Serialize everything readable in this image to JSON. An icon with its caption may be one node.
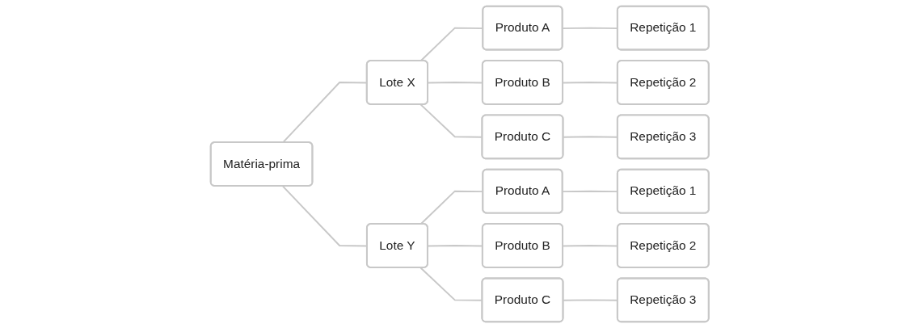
{
  "diagram": {
    "nodes": [
      {
        "text": [
          "Matéria-prima"
        ]
      },
      {
        "text": [
          "Lote X"
        ]
      },
      {
        "text": [
          "Produto A"
        ]
      },
      {
        "text": [
          "Repetição 1"
        ]
      },
      {
        "text": [
          "Produto B"
        ]
      },
      {
        "text": [
          "Repetição 2"
        ]
      },
      {
        "text": [
          "Produto C"
        ]
      },
      {
        "text": [
          "Repetição 3"
        ]
      },
      {
        "text": [
          "Lote Y"
        ]
      },
      {
        "text": [
          "Produto A"
        ]
      },
      {
        "text": [
          "Repetição 1"
        ]
      },
      {
        "text": [
          "Produto B"
        ]
      },
      {
        "text": [
          "Repetição 2"
        ]
      },
      {
        "text": [
          "Produto C"
        ]
      },
      {
        "text": [
          "Repetição 3"
        ]
      }
    ],
    "edges": [
      {
        "from": 0,
        "to": 1,
        "arrow": "none"
      },
      {
        "from": 0,
        "to": 8,
        "arrow": "none"
      },
      {
        "from": 1,
        "to": 2,
        "arrow": "none"
      },
      {
        "from": 1,
        "to": 4,
        "arrow": "none"
      },
      {
        "from": 1,
        "to": 6,
        "arrow": "none"
      },
      {
        "from": 2,
        "to": 3,
        "arrow": "none"
      },
      {
        "from": 4,
        "to": 5,
        "arrow": "none"
      },
      {
        "from": 6,
        "to": 7,
        "arrow": "none"
      },
      {
        "from": 8,
        "to": 9,
        "arrow": "none"
      },
      {
        "from": 8,
        "to": 11,
        "arrow": "none"
      },
      {
        "from": 8,
        "to": 13,
        "arrow": "none"
      },
      {
        "from": 9,
        "to": 10,
        "arrow": "none"
      },
      {
        "from": 11,
        "to": 12,
        "arrow": "none"
      },
      {
        "from": 13,
        "to": 14,
        "arrow": "none"
      }
    ]
  }
}
